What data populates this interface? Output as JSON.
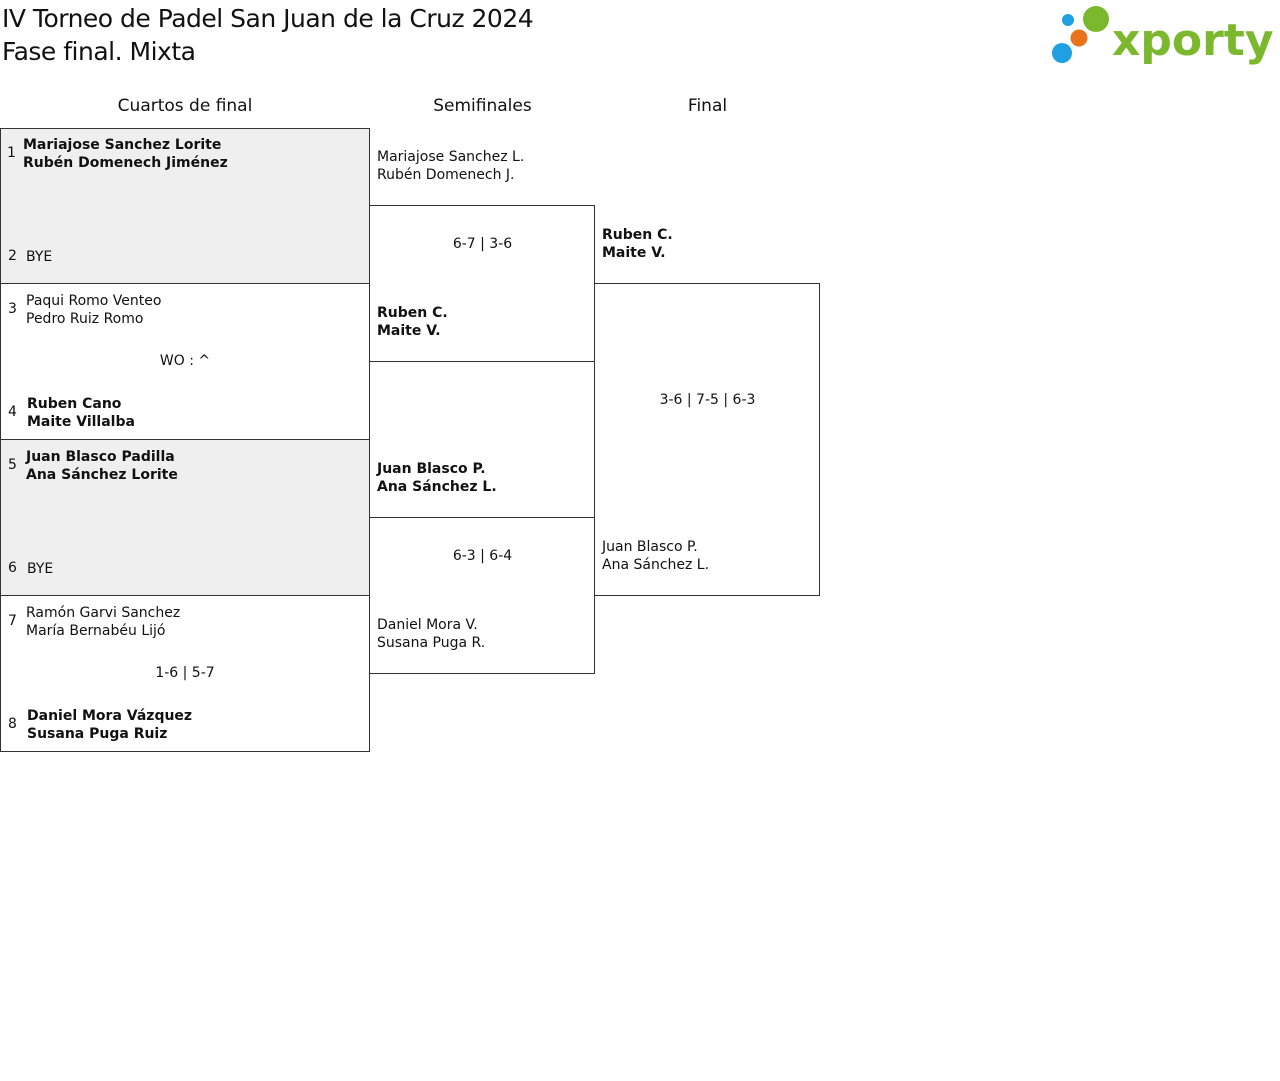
{
  "header": {
    "title_line1": "IV Torneo de Padel San Juan de la Cruz 2024",
    "title_line2": "Fase final. Mixta",
    "logo_text": "xporty",
    "logo_colors": {
      "green": "#7bb82e",
      "blue": "#1ea0e3",
      "orange": "#e8731a"
    }
  },
  "columns": [
    "Cuartos de final",
    "Semifinales",
    "Final"
  ],
  "quarterfinals": [
    {
      "top": {
        "seed": "1",
        "player1": "Mariajose Sanchez Lorite",
        "player2": "Rubén Domenech Jiménez"
      },
      "bottom": {
        "seed": "2",
        "player1": "BYE",
        "player2": ""
      },
      "score": ""
    },
    {
      "top": {
        "seed": "3",
        "player1": "Paqui Romo Venteo",
        "player2": "Pedro Ruiz Romo"
      },
      "bottom": {
        "seed": "4",
        "player1": "Ruben Cano",
        "player2": "Maite Villalba"
      },
      "score": "WO : ^"
    },
    {
      "top": {
        "seed": "5",
        "player1": "Juan Blasco Padilla",
        "player2": "Ana Sánchez Lorite"
      },
      "bottom": {
        "seed": "6",
        "player1": "BYE",
        "player2": ""
      },
      "score": ""
    },
    {
      "top": {
        "seed": "7",
        "player1": "Ramón Garvi Sanchez",
        "player2": "María Bernabéu Lijó"
      },
      "bottom": {
        "seed": "8",
        "player1": "Daniel Mora Vázquez",
        "player2": "Susana Puga Ruiz"
      },
      "score": "1-6 | 5-7"
    }
  ],
  "semifinals": [
    {
      "top": {
        "player1": "Mariajose Sanchez L.",
        "player2": "Rubén Domenech J."
      },
      "bottom": {
        "player1": "Ruben C.",
        "player2": "Maite V."
      },
      "score": "6-7 | 3-6"
    },
    {
      "top": {
        "player1": "Juan Blasco P.",
        "player2": "Ana Sánchez L."
      },
      "bottom": {
        "player1": "Daniel Mora V.",
        "player2": "Susana Puga R."
      },
      "score": "6-3 | 6-4"
    }
  ],
  "final": {
    "top": {
      "player1": "Ruben C.",
      "player2": "Maite V."
    },
    "bottom": {
      "player1": "Juan Blasco P.",
      "player2": "Ana Sánchez L."
    },
    "score": "3-6 | 7-5 | 6-3"
  }
}
